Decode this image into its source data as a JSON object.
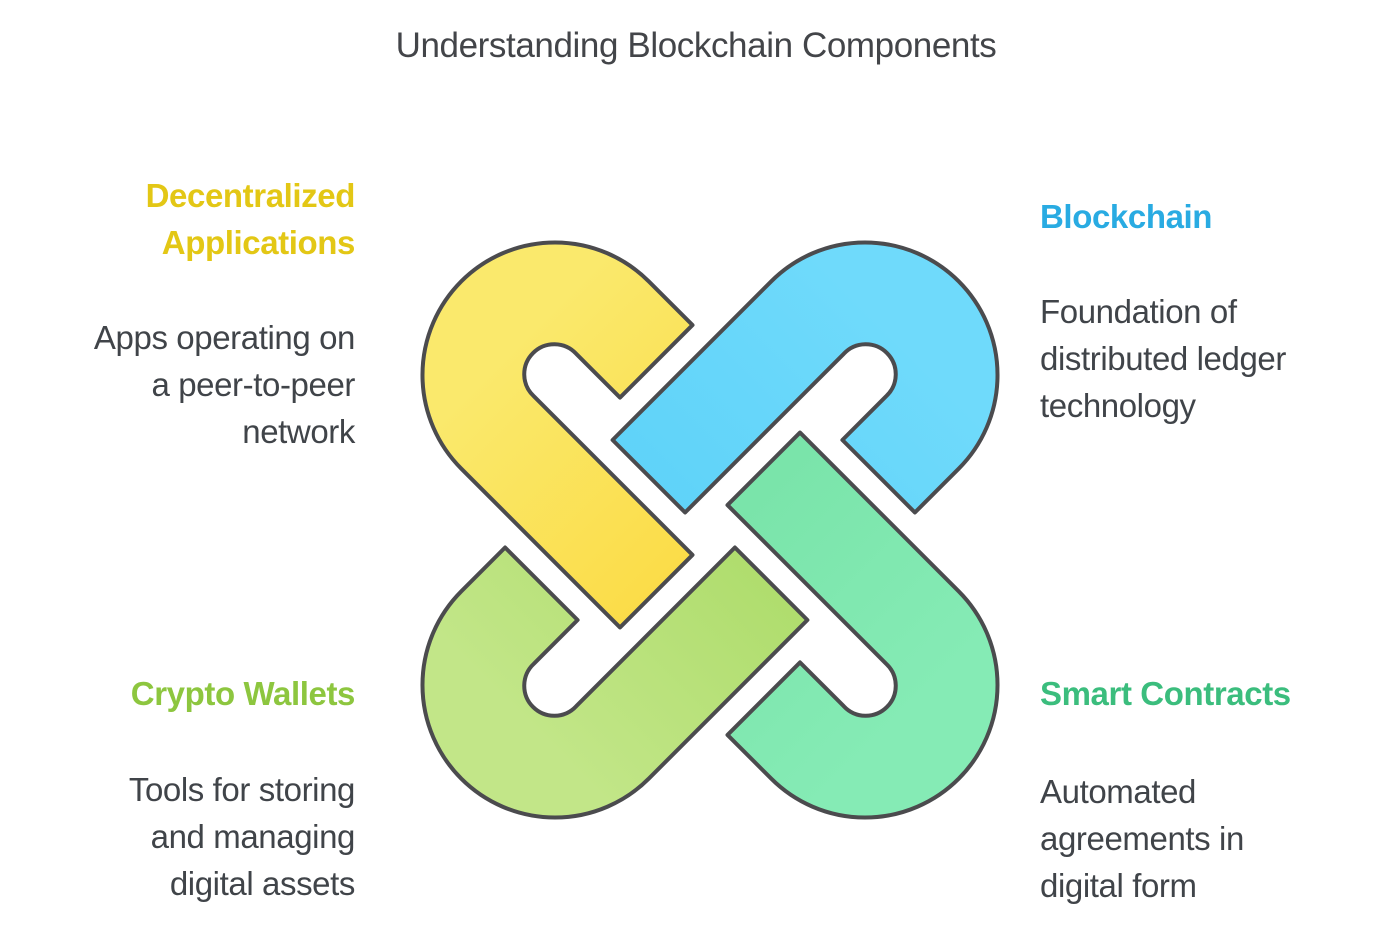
{
  "title": "Understanding Blockchain Components",
  "colors": {
    "background": "#FFFFFF",
    "title_text": "#434549",
    "body_text": "#404449"
  },
  "sections": {
    "dapps": {
      "heading": "Decentralized\nApplications",
      "heading_color": "#E3C715",
      "body": "Apps operating on\na peer-to-peer\nnetwork",
      "position": "top-left"
    },
    "blockchain": {
      "heading": "Blockchain",
      "heading_color": "#29ABE2",
      "body": "Foundation of\ndistributed ledger\ntechnology",
      "position": "top-right"
    },
    "wallets": {
      "heading": "Crypto Wallets",
      "heading_color": "#8DC63F",
      "body": "Tools for storing\nand managing\ndigital assets",
      "position": "bottom-left"
    },
    "contracts": {
      "heading": "Smart Contracts",
      "heading_color": "#3BBD7D",
      "body": "Automated\nagreements in\ndigital form",
      "position": "bottom-right"
    }
  },
  "knot": {
    "outline_color": "#4B4B4E",
    "loops": [
      {
        "label": "Decentralized Applications",
        "position": "top-left",
        "color_start": "#FAE96C",
        "color_end": "#FCD431"
      },
      {
        "label": "Blockchain",
        "position": "top-right",
        "color_start": "#6FDAFB",
        "color_end": "#55CEF7"
      },
      {
        "label": "Smart Contracts",
        "position": "bottom-right",
        "color_start": "#85EBB5",
        "color_end": "#72DFA2"
      },
      {
        "label": "Crypto Wallets",
        "position": "bottom-left",
        "color_start": "#C2E688",
        "color_end": "#A3D75C"
      }
    ]
  }
}
